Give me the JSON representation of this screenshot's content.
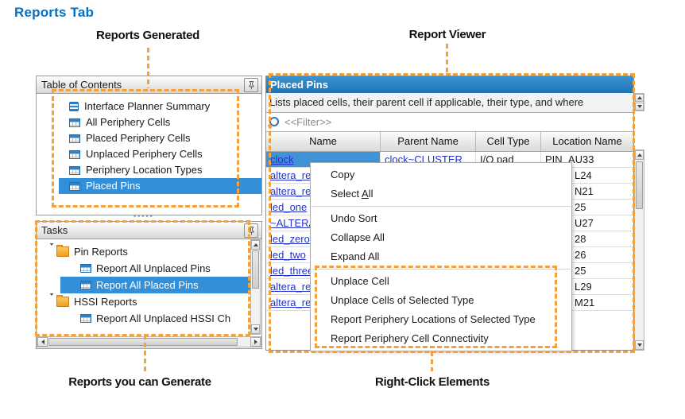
{
  "page": {
    "title": "Reports Tab"
  },
  "colors": {
    "accent_orange": "#F5A13B",
    "title_blue": "#0071C5",
    "header_blue": "#2380C4",
    "selection_blue": "#3390D8",
    "link_blue": "#2433C6"
  },
  "annotations": {
    "reports_generated": "Reports Generated",
    "report_viewer": "Report Viewer",
    "reports_you_can_generate": "Reports you can Generate",
    "right_click_elements": "Right-Click Elements"
  },
  "toc_panel": {
    "title": "Table of Contents",
    "pin_icon": "pin-icon",
    "items": [
      {
        "label": "Interface Planner Summary",
        "icon": "summary-icon",
        "selected": false
      },
      {
        "label": "All Periphery Cells",
        "icon": "table-icon",
        "selected": false
      },
      {
        "label": "Placed Periphery Cells",
        "icon": "table-icon",
        "selected": false
      },
      {
        "label": "Unplaced Periphery Cells",
        "icon": "table-icon",
        "selected": false
      },
      {
        "label": "Periphery Location Types",
        "icon": "table-icon",
        "selected": false
      },
      {
        "label": "Placed Pins",
        "icon": "table-icon",
        "selected": true
      }
    ]
  },
  "tasks_panel": {
    "title": "Tasks",
    "pin_icon": "pin-icon",
    "rows": [
      {
        "label": "Pin Reports",
        "type": "folder",
        "level": 0,
        "selected": false
      },
      {
        "label": "Report All Unplaced Pins",
        "type": "report",
        "level": 1,
        "selected": false
      },
      {
        "label": "Report All Placed Pins",
        "type": "report",
        "level": 1,
        "selected": true
      },
      {
        "label": "HSSI Reports",
        "type": "folder",
        "level": 0,
        "selected": false
      },
      {
        "label": "Report All Unplaced HSSI Ch",
        "type": "report",
        "level": 1,
        "selected": false
      }
    ]
  },
  "report_viewer": {
    "title": "Placed Pins",
    "description": "Lists placed cells, their parent cell if applicable, their type, and where",
    "filter_placeholder": "<<Filter>>",
    "filter_icon": "search-icon",
    "columns": [
      "Name",
      "Parent Name",
      "Cell Type",
      "Location Name"
    ],
    "rows": [
      {
        "name": "clock",
        "parent": "clock~CLUSTER",
        "cell_type": "I/O pad",
        "location": "PIN_AU33",
        "selected": true
      },
      {
        "name": "altera_re",
        "parent": "",
        "cell_type": "",
        "location": "L24",
        "selected": false
      },
      {
        "name": "altera_re",
        "parent": "",
        "cell_type": "",
        "location": "N21",
        "selected": false
      },
      {
        "name": "led_one",
        "parent": "",
        "cell_type": "",
        "location": "25",
        "selected": false
      },
      {
        "name": "~ALTERA",
        "parent": "",
        "cell_type": "",
        "location": "U27",
        "selected": false
      },
      {
        "name": "led_zero",
        "parent": "",
        "cell_type": "",
        "location": "28",
        "selected": false
      },
      {
        "name": "led_two",
        "parent": "",
        "cell_type": "",
        "location": "26",
        "selected": false
      },
      {
        "name": "led_three",
        "parent": "",
        "cell_type": "",
        "location": "25",
        "selected": false
      },
      {
        "name": "altera_re",
        "parent": "",
        "cell_type": "",
        "location": "L29",
        "selected": false
      },
      {
        "name": "altera_re",
        "parent": "",
        "cell_type": "",
        "location": "M21",
        "selected": false
      }
    ]
  },
  "context_menu": {
    "items": [
      {
        "pre": "Copy",
        "u": "",
        "post": ""
      },
      {
        "pre": "Select ",
        "u": "A",
        "post": "ll"
      },
      {
        "pre": "Undo Sort",
        "u": "",
        "post": ""
      },
      {
        "pre": "Collapse All",
        "u": "",
        "post": ""
      },
      {
        "pre": "Expand All",
        "u": "",
        "post": ""
      },
      {
        "pre": "Unplace Cell",
        "u": "",
        "post": ""
      },
      {
        "pre": "Unplace Cells of Selected Type",
        "u": "",
        "post": ""
      },
      {
        "pre": "Report Periphery Locations of Selected Type",
        "u": "",
        "post": ""
      },
      {
        "pre": "Report Periphery Cell Connectivity",
        "u": "",
        "post": ""
      }
    ]
  }
}
